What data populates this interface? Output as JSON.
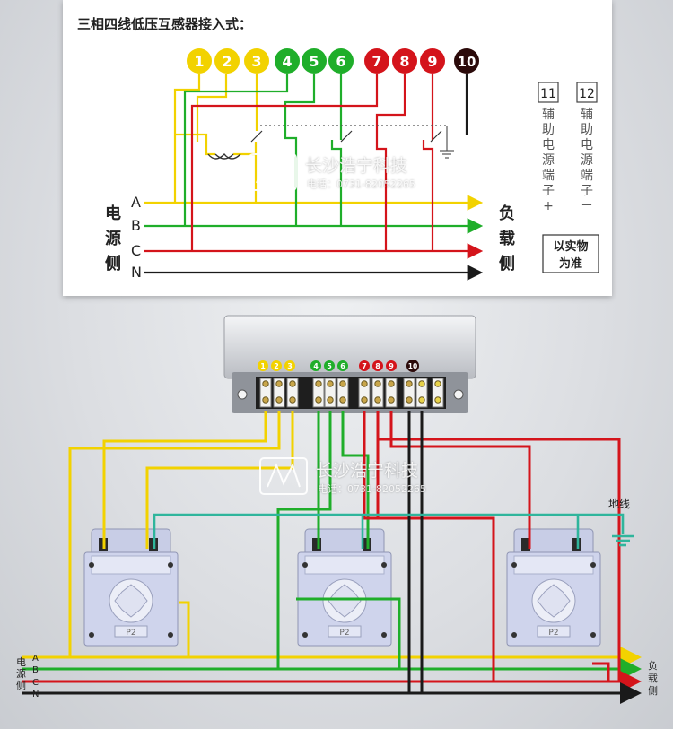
{
  "title": "三相四线低压互感器接入式：",
  "terminals_top": [
    {
      "label": "1",
      "color": "#f2d200"
    },
    {
      "label": "2",
      "color": "#f2d200"
    },
    {
      "label": "3",
      "color": "#f2d200"
    },
    {
      "label": "4",
      "color": "#1fae2a"
    },
    {
      "label": "5",
      "color": "#1fae2a"
    },
    {
      "label": "6",
      "color": "#1fae2a"
    },
    {
      "label": "7",
      "color": "#d4141b"
    },
    {
      "label": "8",
      "color": "#d4141b"
    },
    {
      "label": "9",
      "color": "#d4141b"
    },
    {
      "label": "10",
      "color": "#2b0a0a"
    }
  ],
  "aux": {
    "t11": "11",
    "t12": "12",
    "text11": "辅助电源端子+",
    "text12": "辅助电源端子－",
    "note_line1": "以实物",
    "note_line2": "为准"
  },
  "top_side_left": [
    "电",
    "源",
    "侧"
  ],
  "top_side_right": [
    "负",
    "载",
    "侧"
  ],
  "phases": [
    "A",
    "B",
    "C",
    "N"
  ],
  "bottom_left_side": [
    "电",
    "源",
    "侧"
  ],
  "bottom_right_side": [
    "负",
    "载",
    "侧"
  ],
  "ground_label": "地线",
  "ct_label": "P2",
  "meter_terminals": [
    "1",
    "2",
    "3",
    "4",
    "5",
    "6",
    "7",
    "8",
    "9",
    "10"
  ],
  "watermark": {
    "company": "长沙浩宁科技",
    "phone": "电话：0731-82052265"
  },
  "colors": {
    "yellow": "#f2d200",
    "green": "#1fae2a",
    "red": "#d4141b",
    "black": "#1a1a1a"
  }
}
